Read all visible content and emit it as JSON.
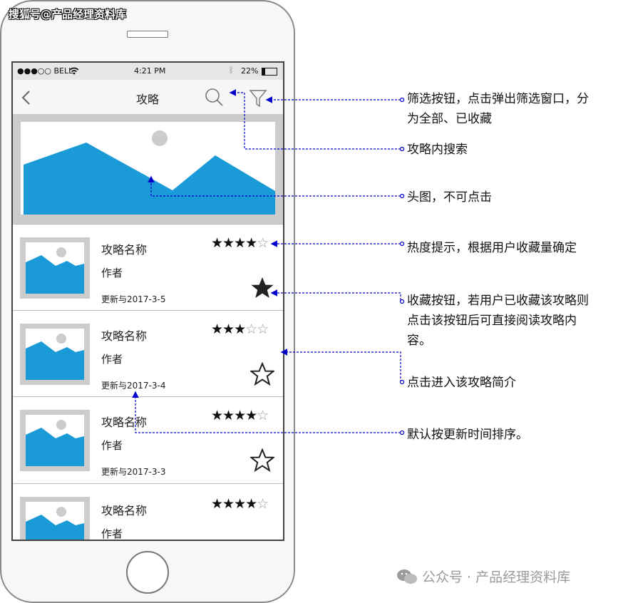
{
  "watermark_top": "搜狐号@产品经理资料库",
  "status_bar": {
    "carrier": "●●●○○ BELL",
    "time": "4:21 PM",
    "battery": "22%"
  },
  "nav": {
    "title": "攻略",
    "back_icon": "chevron-left-icon",
    "search_icon": "search-icon",
    "filter_icon": "filter-icon"
  },
  "hero_image": "landscape-image-placeholder",
  "items": [
    {
      "title": "攻略名称",
      "author": "作者",
      "date": "更新与2017-3-5",
      "rating": 4,
      "max_rating": 5,
      "favorited": true
    },
    {
      "title": "攻略名称",
      "author": "作者",
      "date": "更新与2017-3-4",
      "rating": 3,
      "max_rating": 5,
      "favorited": false
    },
    {
      "title": "攻略名称",
      "author": "作者",
      "date": "更新与2017-3-3",
      "rating": 4,
      "max_rating": 5,
      "favorited": false
    },
    {
      "title": "攻略名称",
      "author": "作者",
      "rating": 4,
      "max_rating": 5
    }
  ],
  "annotations": {
    "filter_1": "筛选按钮，点击弹出筛选窗口，分",
    "filter_2": "为全部、已收藏",
    "search": "攻略内搜索",
    "hero": "头图，不可点击",
    "rating": "热度提示，根据用户收藏量确定",
    "fav_1": "收藏按钮，若用户已收藏该攻略则",
    "fav_2": "点击该按钮后可直接阅读攻略内",
    "fav_3": "容。",
    "item": "点击进入该攻略简介",
    "sort": "默认按更新时间排序。"
  },
  "watermark_bottom": "公众号 · 产品经理资料库",
  "colors": {
    "annotation_line": "#0000cc",
    "image_blue": "#1a9ad6",
    "image_frame": "#cccccc"
  }
}
